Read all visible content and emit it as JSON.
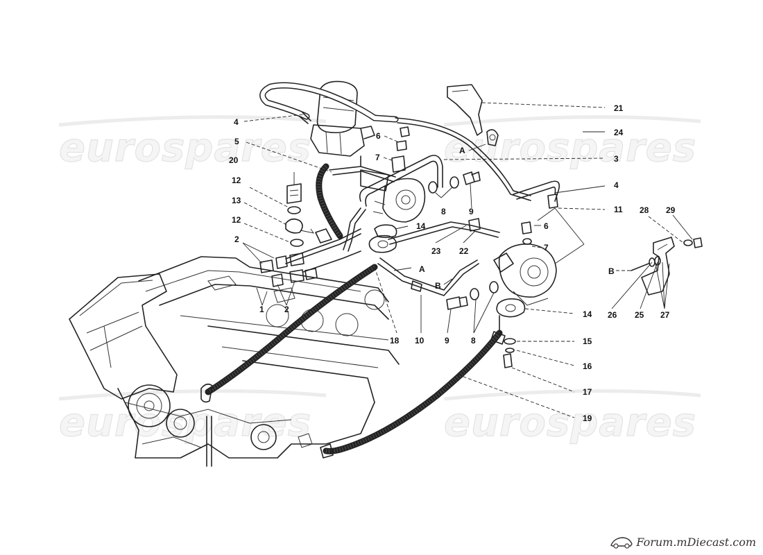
{
  "watermark": {
    "text": "eurospares"
  },
  "site_logo": {
    "text": "Forum.mDiecast.com"
  },
  "colors": {
    "ink": "#222222",
    "watermark": "#e3e3e3",
    "background": "#ffffff"
  },
  "callouts": [
    {
      "id": "c4a",
      "label": "4"
    },
    {
      "id": "c5",
      "label": "5"
    },
    {
      "id": "c6a",
      "label": "6"
    },
    {
      "id": "c7a",
      "label": "7"
    },
    {
      "id": "cA1",
      "label": "A"
    },
    {
      "id": "c21",
      "label": "21"
    },
    {
      "id": "c24",
      "label": "24"
    },
    {
      "id": "c3",
      "label": "3"
    },
    {
      "id": "c4b",
      "label": "4"
    },
    {
      "id": "c11",
      "label": "11"
    },
    {
      "id": "c6b",
      "label": "6"
    },
    {
      "id": "c7b",
      "label": "7"
    },
    {
      "id": "c20",
      "label": "20"
    },
    {
      "id": "c12a",
      "label": "12"
    },
    {
      "id": "c13",
      "label": "13"
    },
    {
      "id": "c12b",
      "label": "12"
    },
    {
      "id": "c2a",
      "label": "2"
    },
    {
      "id": "c1",
      "label": "1"
    },
    {
      "id": "c2b",
      "label": "2"
    },
    {
      "id": "c18",
      "label": "18"
    },
    {
      "id": "c10",
      "label": "10"
    },
    {
      "id": "c9a",
      "label": "9"
    },
    {
      "id": "c8a",
      "label": "8"
    },
    {
      "id": "c9b",
      "label": "9"
    },
    {
      "id": "c8b",
      "label": "8"
    },
    {
      "id": "c14a",
      "label": "14"
    },
    {
      "id": "c23",
      "label": "23"
    },
    {
      "id": "c22",
      "label": "22"
    },
    {
      "id": "cA2",
      "label": "A"
    },
    {
      "id": "cB1",
      "label": "B"
    },
    {
      "id": "c14b",
      "label": "14"
    },
    {
      "id": "c15",
      "label": "15"
    },
    {
      "id": "c16",
      "label": "16"
    },
    {
      "id": "c17",
      "label": "17"
    },
    {
      "id": "c19",
      "label": "19"
    },
    {
      "id": "c28",
      "label": "28"
    },
    {
      "id": "c29",
      "label": "29"
    },
    {
      "id": "cB2",
      "label": "B"
    },
    {
      "id": "c26",
      "label": "26"
    },
    {
      "id": "c25",
      "label": "25"
    },
    {
      "id": "c27",
      "label": "27"
    }
  ]
}
